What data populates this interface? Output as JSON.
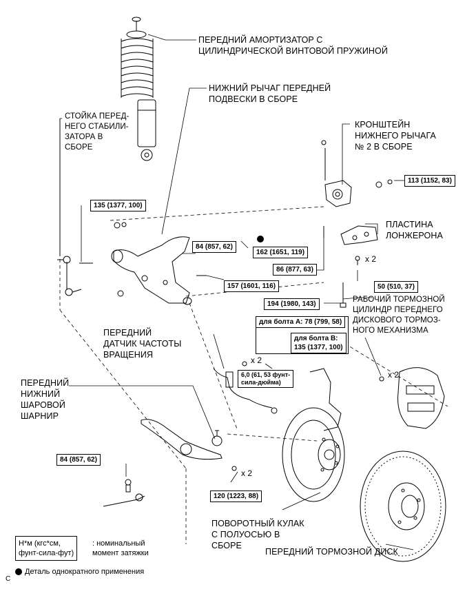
{
  "labels": {
    "shock": "ПЕРЕДНИЙ АМОРТИЗАТОР С\nЦИЛИНДРИЧЕСКОЙ ВИНТОВОЙ ПРУЖИНОЙ",
    "lower_arm": "НИЖНИЙ РЫЧАГ ПЕРЕДНЕЙ\nПОДВЕСКИ В СБОРЕ",
    "stabilizer": "СТОЙКА ПЕРЕД-\nНЕГО СТАБИЛИ-\nЗАТОРА В\nСБОРЕ",
    "bracket": "КРОНШТЕЙН\nНИЖНЕГО РЫЧАГА\n№ 2 В СБОРЕ",
    "plate": "ПЛАСТИНА\nЛОНЖЕРОНА",
    "caliper": "РАБОЧИЙ ТОРМОЗНОЙ\nЦИЛИНДР ПЕРЕДНЕГО\nДИСКОВОГО ТОРМОЗ-\nНОГО МЕХАНИЗМА",
    "speed_sensor": "ПЕРЕДНИЙ\nДАТЧИК ЧАСТОТЫ\nВРАЩЕНИЯ",
    "ball_joint": "ПЕРЕДНИЙ\nНИЖНИЙ\nШАРОВОЙ\nШАРНИР",
    "knuckle": "ПОВОРОТНЫЙ КУЛАК\nС ПОЛУОСЬЮ В\nСБОРЕ",
    "disc": "ПЕРЕДНИЙ ТОРМОЗНОЙ ДИСК"
  },
  "torques": {
    "t135": "135 (1377, 100)",
    "t113": "113 (1152, 83)",
    "t84a": "84 (857, 62)",
    "t162": "162 (1651, 119)",
    "t86": "86 (877, 63)",
    "t157": "157 (1601, 116)",
    "t50": "50 (510, 37)",
    "t194": "194 (1980, 143)",
    "t6": "6,0 (61, 53 фунт-\nсила-дюйма)",
    "t84b": "84 (857, 62)",
    "t120": "120 (1223, 88)",
    "boltA": "для болта А: 78 (799, 58)",
    "boltB": "для болта В:\n135 (1377, 100)"
  },
  "multipliers": {
    "plate": "x 2",
    "sensor": "x 2",
    "caliper": "x 2",
    "balljoint": "x 2"
  },
  "legend": {
    "units": "Н*м (кгс*см,\nфунт-сила-фут)",
    "units_desc": ": номинальный\nмомент затяжки",
    "one_time": "Деталь однократного применения"
  },
  "corner_mark": "C"
}
